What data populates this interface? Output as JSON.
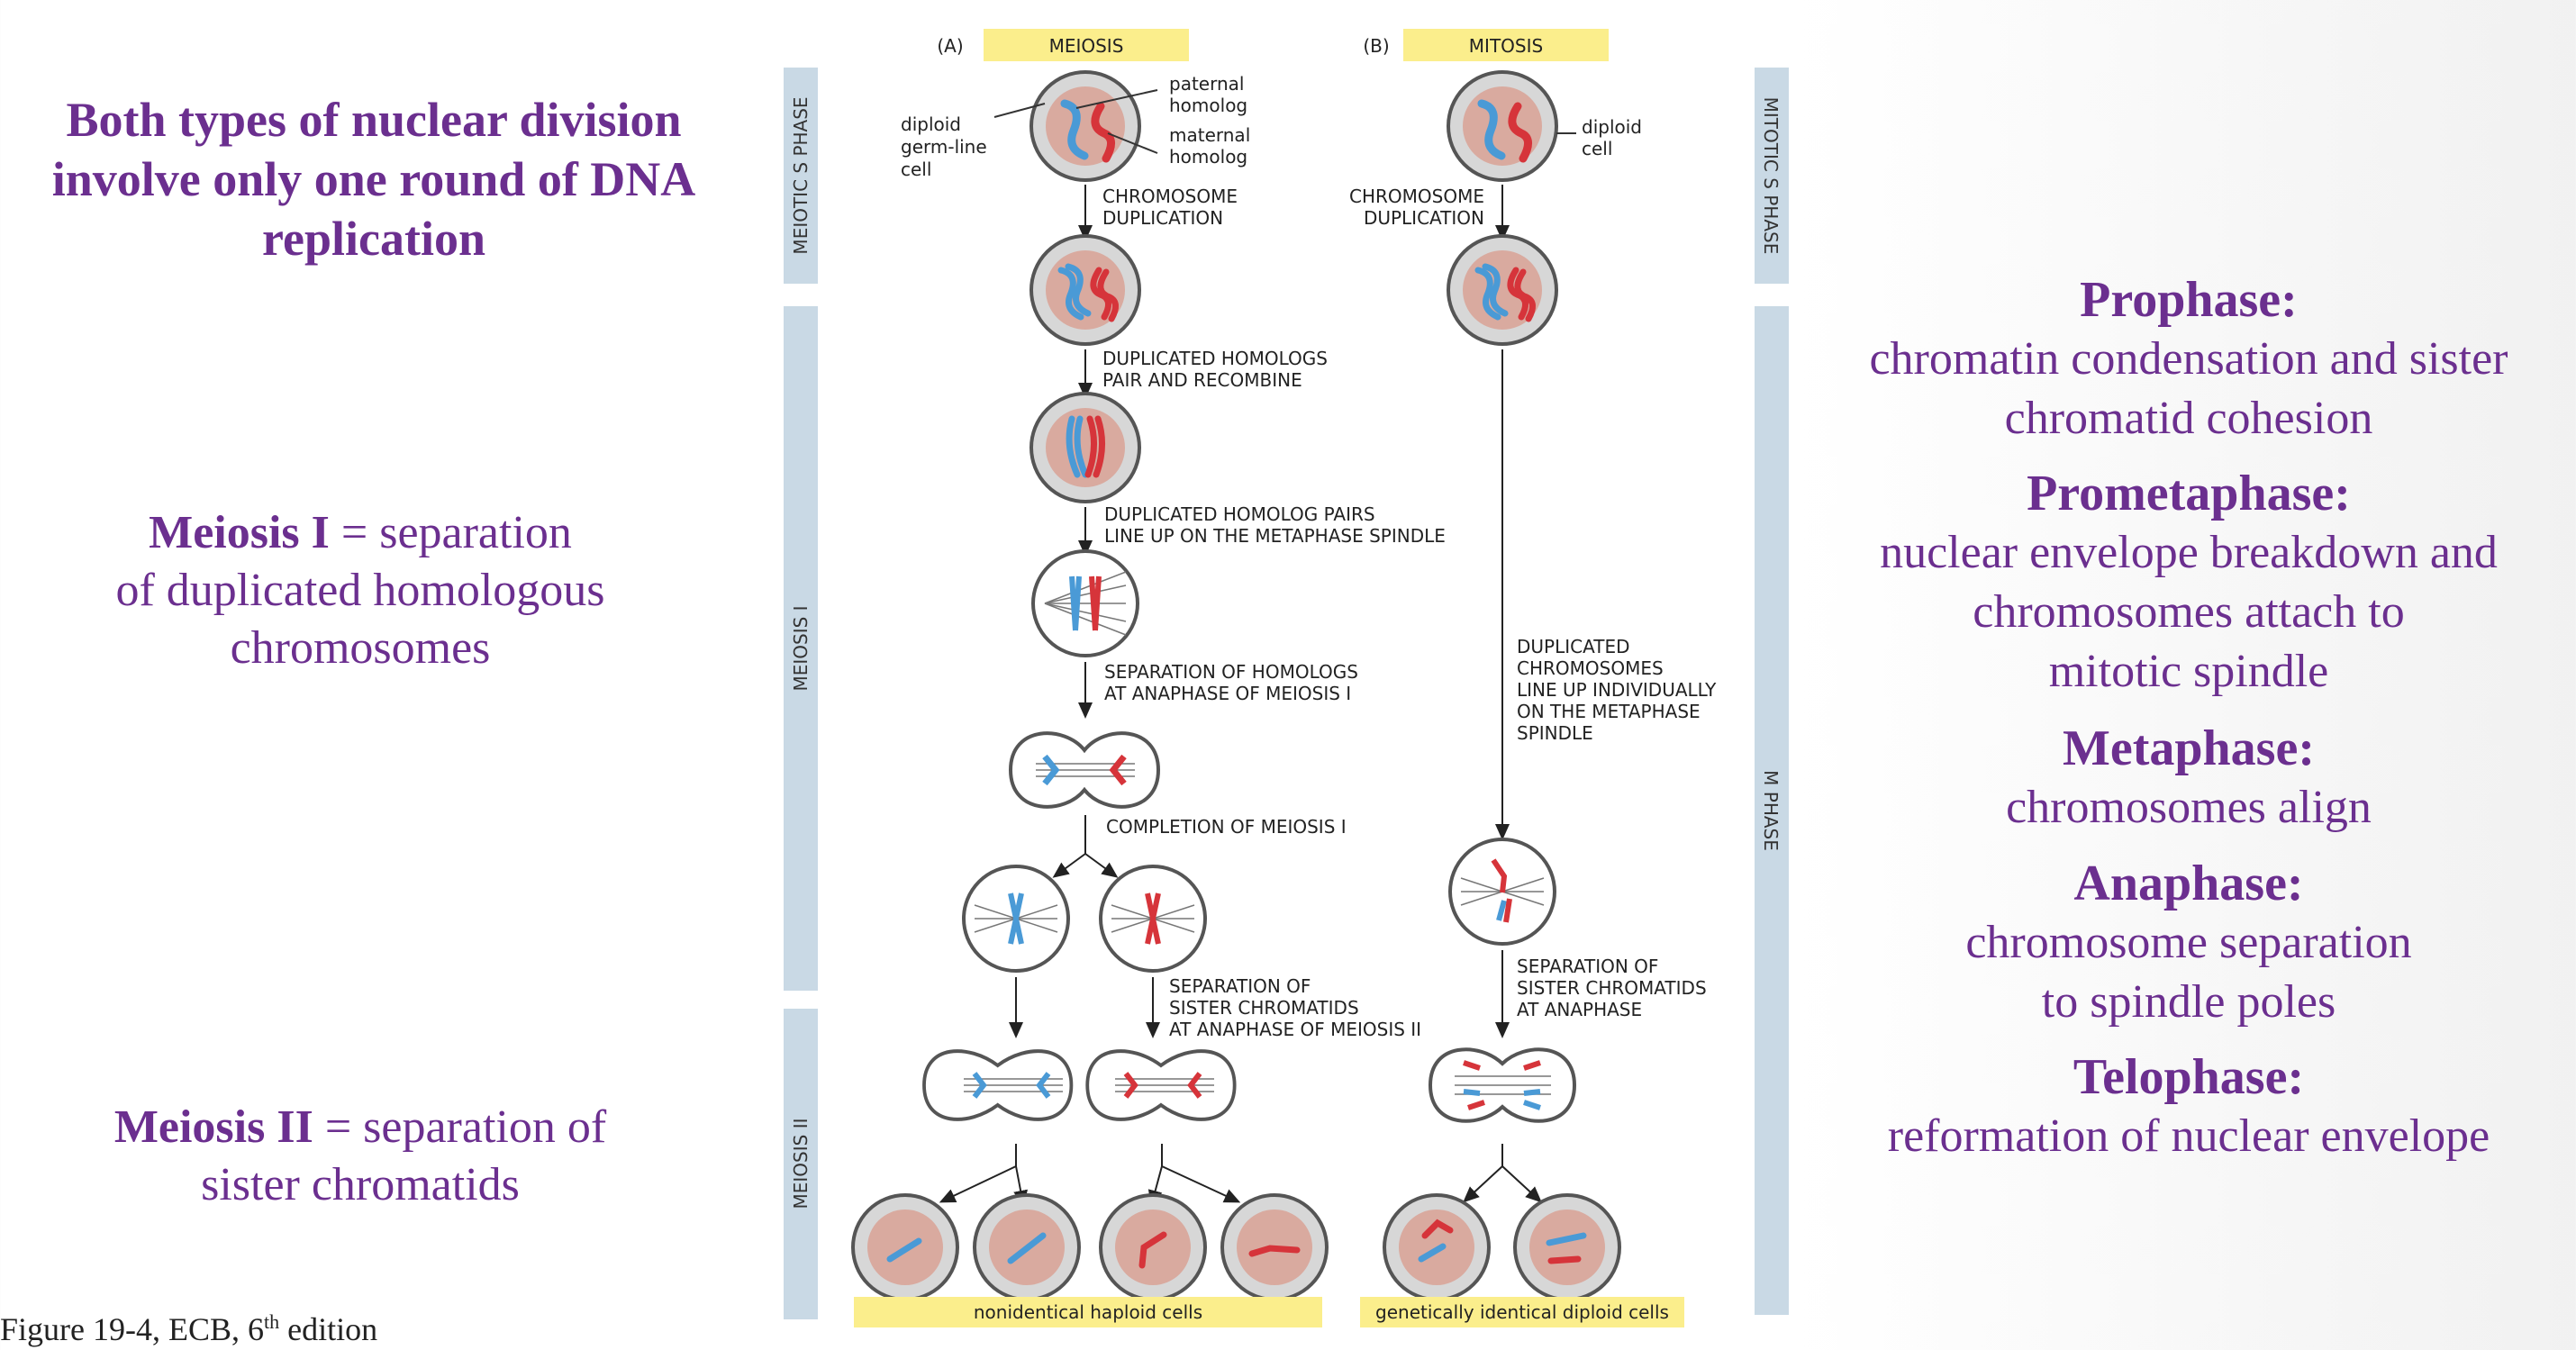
{
  "left": {
    "replication_note": "Both types of nuclear division involve only one round of DNA replication",
    "meiosis1_term": "Meiosis I",
    "meiosis1_def_line1": "= separation",
    "meiosis1_def_line2": "of duplicated homologous",
    "meiosis1_def_line3": "chromosomes",
    "meiosis2_term": "Meiosis II",
    "meiosis2_def_line1": "= separation of",
    "meiosis2_def_line2": "sister chromatids"
  },
  "caption": {
    "text_before": "Figure 19-4, ECB, 6",
    "superscript": "th",
    "text_after": " edition"
  },
  "phases": [
    {
      "name": "Prophase:",
      "lines": [
        "chromatin condensation and sister",
        "chromatid cohesion"
      ]
    },
    {
      "name": "Prometaphase:",
      "lines": [
        "nuclear envelope breakdown and",
        "chromosomes attach to",
        "mitotic spindle"
      ]
    },
    {
      "name": "Metaphase:",
      "lines": [
        "chromosomes align"
      ]
    },
    {
      "name": "Anaphase:",
      "lines": [
        "chromosome separation",
        "to spindle poles"
      ]
    },
    {
      "name": "Telophase:",
      "lines": [
        "reformation of nuclear envelope"
      ]
    }
  ],
  "figure": {
    "panel_a_letter": "(A)",
    "panel_a_title": "MEIOSIS",
    "panel_b_letter": "(B)",
    "panel_b_title": "MITOSIS",
    "side_meiotic_s": "MEIOTIC S PHASE",
    "side_meiosis_1": "MEIOSIS I",
    "side_meiosis_2": "MEIOSIS II",
    "side_mitotic_s": "MITOTIC S PHASE",
    "side_m_phase": "M PHASE",
    "label_paternal_1": "paternal",
    "label_paternal_2": "homolog",
    "label_maternal_1": "maternal",
    "label_maternal_2": "homolog",
    "label_diploid_germ_1": "diploid",
    "label_diploid_germ_2": "germ-line",
    "label_diploid_germ_3": "cell",
    "label_diploid_cell_1": "diploid",
    "label_diploid_cell_2": "cell",
    "step_dup_a_1": "CHROMOSOME",
    "step_dup_a_2": "DUPLICATION",
    "step_dup_b_1": "CHROMOSOME",
    "step_dup_b_2": "DUPLICATION",
    "step_pair_1": "DUPLICATED HOMOLOGS",
    "step_pair_2": "PAIR AND RECOMBINE",
    "step_lineup_1": "DUPLICATED HOMOLOG PAIRS",
    "step_lineup_2": "LINE UP ON THE METAPHASE SPINDLE",
    "step_sep_hom_1": "SEPARATION OF HOMOLOGS",
    "step_sep_hom_2": "AT ANAPHASE OF MEIOSIS I",
    "step_complete": "COMPLETION OF MEIOSIS I",
    "step_sep_sis_a_1": "SEPARATION OF",
    "step_sep_sis_a_2": "SISTER CHROMATIDS",
    "step_sep_sis_a_3": "AT ANAPHASE OF MEIOSIS II",
    "step_mit_line_1": "DUPLICATED",
    "step_mit_line_2": "CHROMOSOMES",
    "step_mit_line_3": "LINE UP INDIVIDUALLY",
    "step_mit_line_4": "ON THE METAPHASE",
    "step_mit_line_5": "SPINDLE",
    "step_sep_sis_b_1": "SEPARATION OF",
    "step_sep_sis_b_2": "SISTER CHROMATIDS",
    "step_sep_sis_b_3": "AT ANAPHASE",
    "result_a": "nonidentical haploid cells",
    "result_b": "genetically identical diploid cells"
  },
  "colors": {
    "text_purple": "#6b2f8f",
    "chromosome_blue": "#4a9ad6",
    "chromosome_red": "#d6343a",
    "nucleus": "#d9aa9f",
    "cell_fill": "#d7d7d7",
    "side_bar": "#c9d9e5",
    "highlight": "#fbee8c"
  }
}
